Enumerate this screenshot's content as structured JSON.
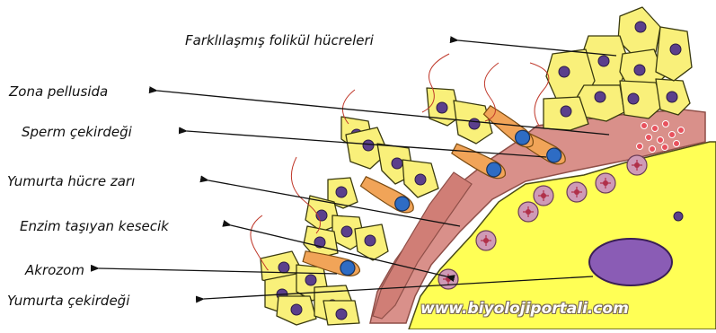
{
  "labels": {
    "follicle_cells": "Farklılaşmış folikül hücreleri",
    "zona_pellucida": "Zona pellusida",
    "sperm_nucleus": "Sperm çekirdeği",
    "egg_membrane": "Yumurta hücre zarı",
    "enzyme_vesicle": "Enzim taşıyan kesecik",
    "acrosome": "Akrozom",
    "egg_nucleus": "Yumurta çekirdeği"
  },
  "watermark": "www.biyolojiportali.com",
  "background_watermark": "biyolojiportali",
  "colors": {
    "cell_fill": "#f9f07a",
    "cell_stroke": "#3a3a10",
    "nucleus": "#5b3f8c",
    "zona": "#d9908a",
    "zona_stroke": "#8f4f48",
    "egg": "#ffff55",
    "egg_nucleus": "#8a5cb5",
    "sperm_head": "#f1a458",
    "sperm_nucleus": "#2e6cc4",
    "vesicle": "#cf9ab6",
    "arrow": "#111111"
  }
}
